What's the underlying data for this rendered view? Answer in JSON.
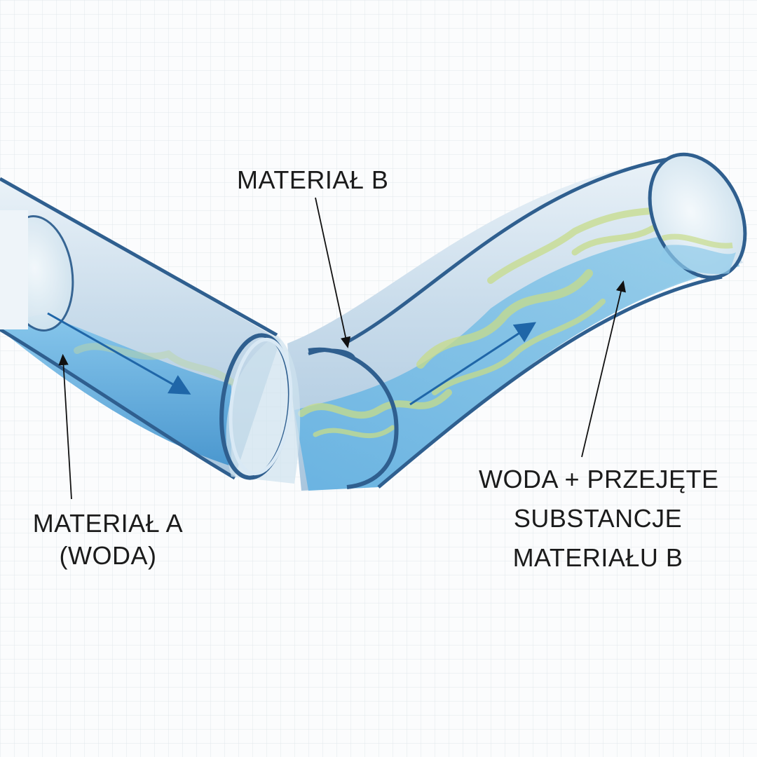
{
  "labels": {
    "material_b": "MATERIAŁ B",
    "material_a": [
      "MATERIAŁ A",
      "(WODA)"
    ],
    "result": [
      "WODA + PRZEJĘTE",
      "SUBSTANCJE",
      "MATERIAŁU B"
    ]
  },
  "colors": {
    "background": "#fbfcfd",
    "grid": "#dfe5ea",
    "pipe_outline": "#2f5f8f",
    "pipe_glass": "#d9e9f5",
    "water": "#6bb6e4",
    "water_dark": "#3a8fcc",
    "substance": "#c7dc8a",
    "flow_arrow": "#1f66a8",
    "leader_line": "#111111",
    "text": "#1b1b1b"
  },
  "icons": [
    "flow-arrow-icon",
    "leader-arrow-icon"
  ]
}
